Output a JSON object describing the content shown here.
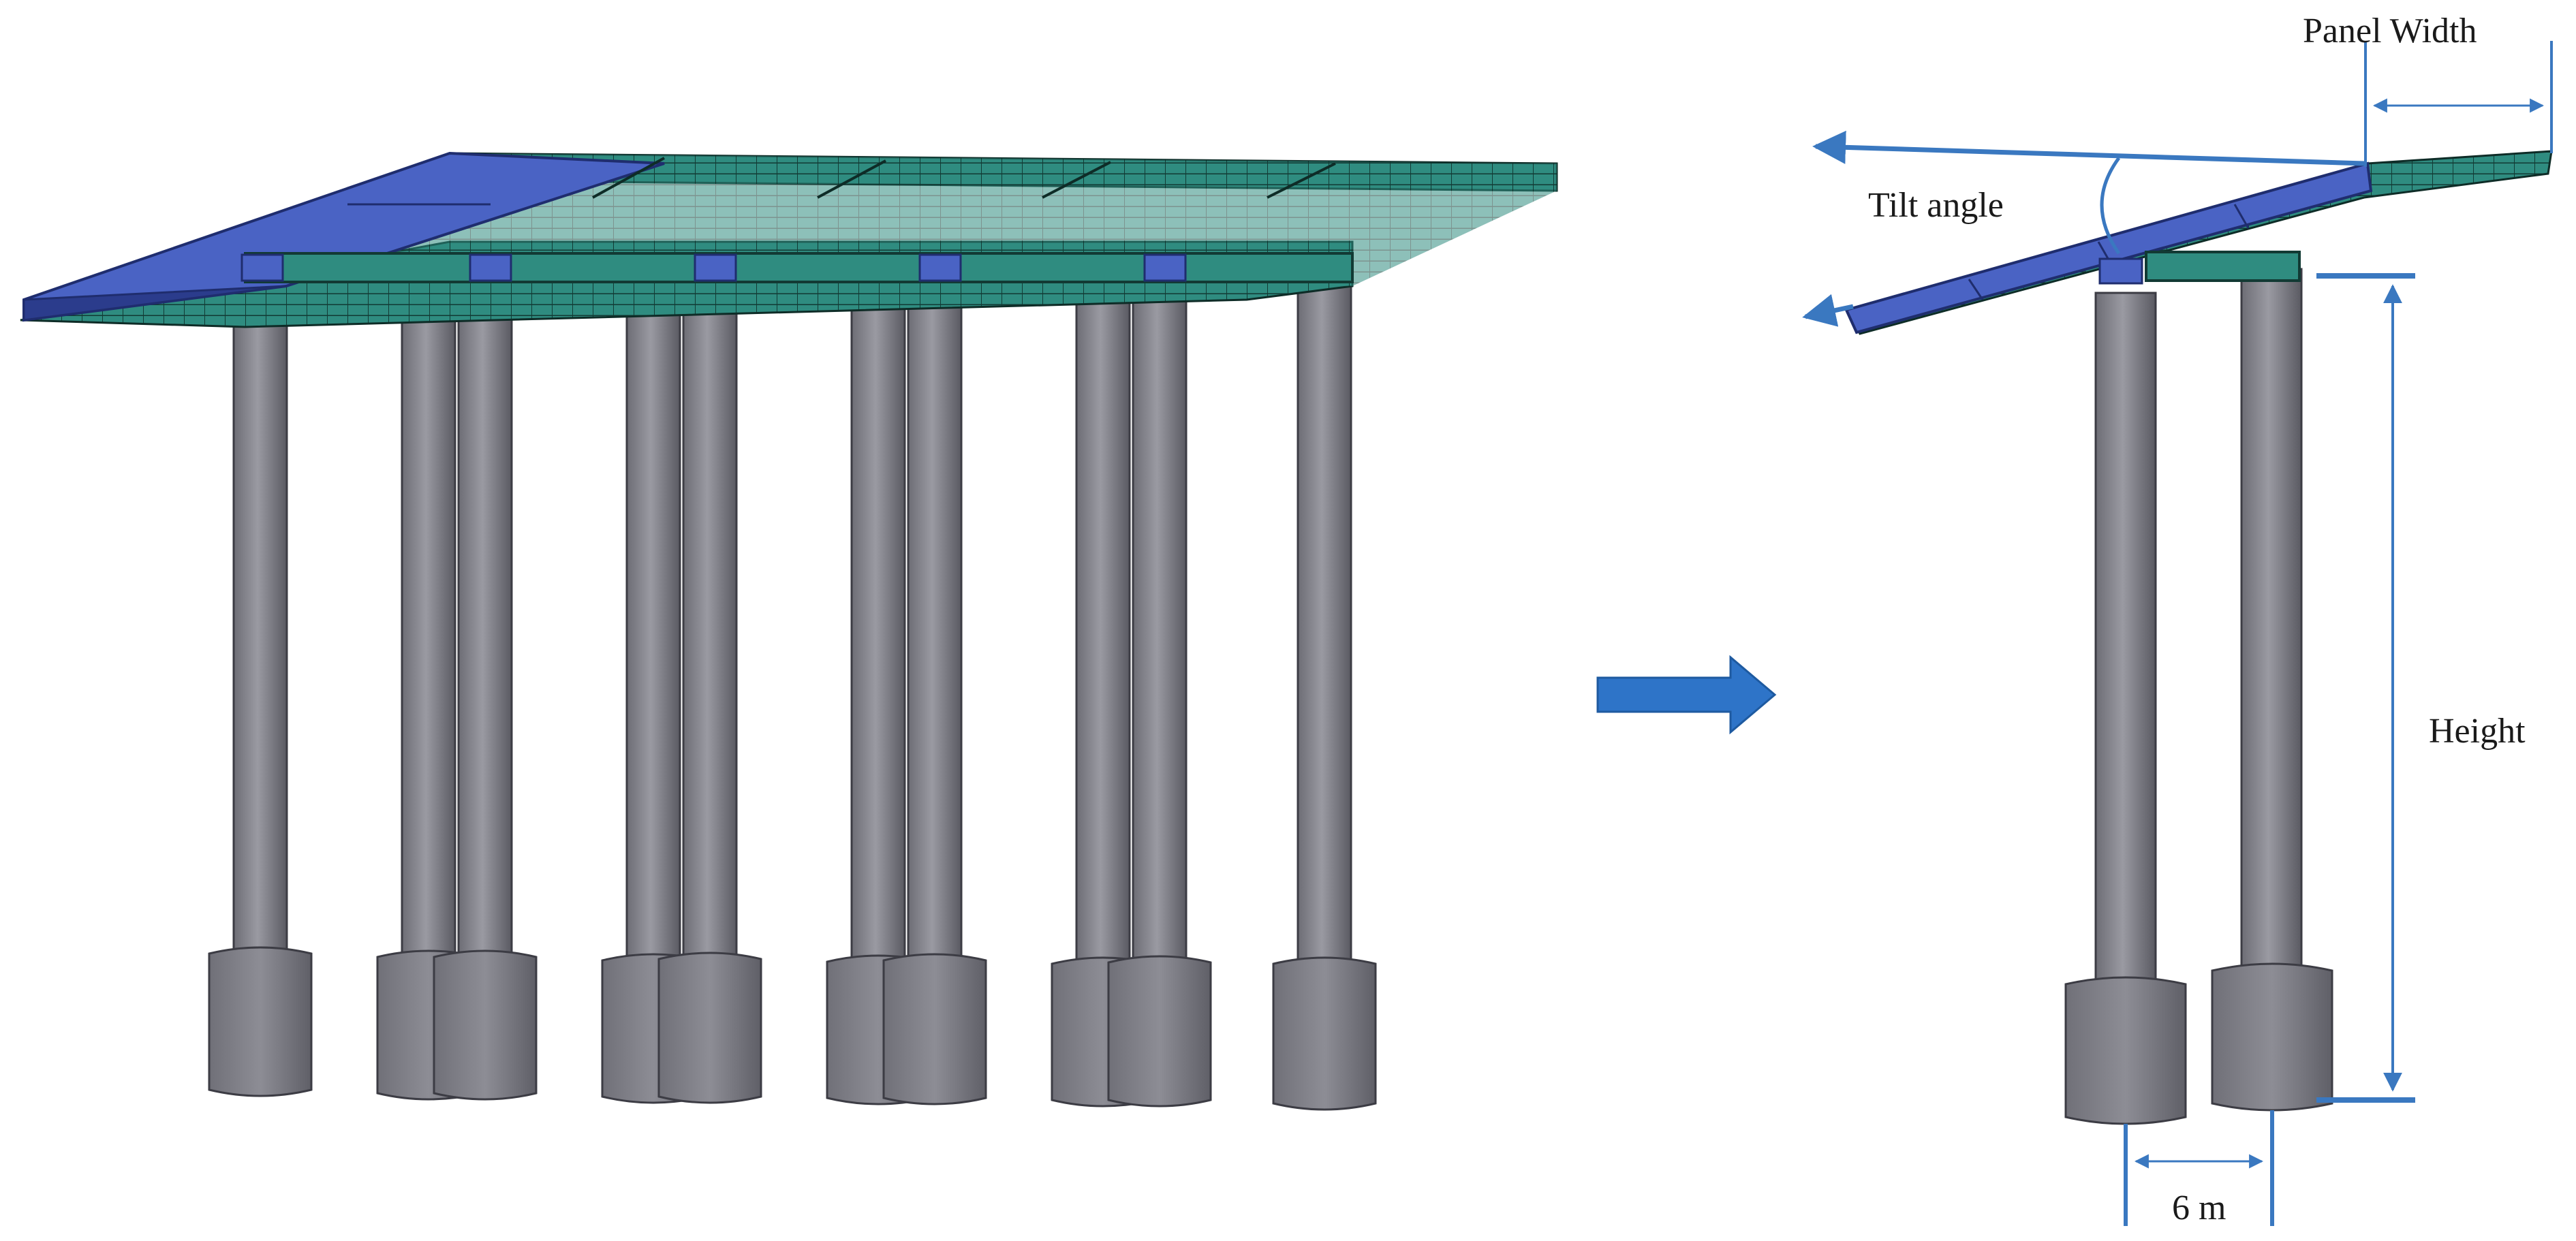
{
  "labels": {
    "panel_width": "Panel Width",
    "tilt_angle": "Tilt angle",
    "height": "Height",
    "spacing": "6 m"
  },
  "icons": {
    "transition": "right-arrow-icon"
  },
  "colors": {
    "panel_blue": "#4a63c4",
    "panel_blue_dark": "#2b3c8c",
    "frame_teal": "#2f8c80",
    "frame_teal_dark": "#1b5a50",
    "grid_line": "#11302b",
    "pillar_gray": "#8a8a93",
    "pillar_gray_dark": "#5e5e66",
    "dimension_line": "#3a78c0",
    "arrow_blue": "#2e74c8"
  }
}
